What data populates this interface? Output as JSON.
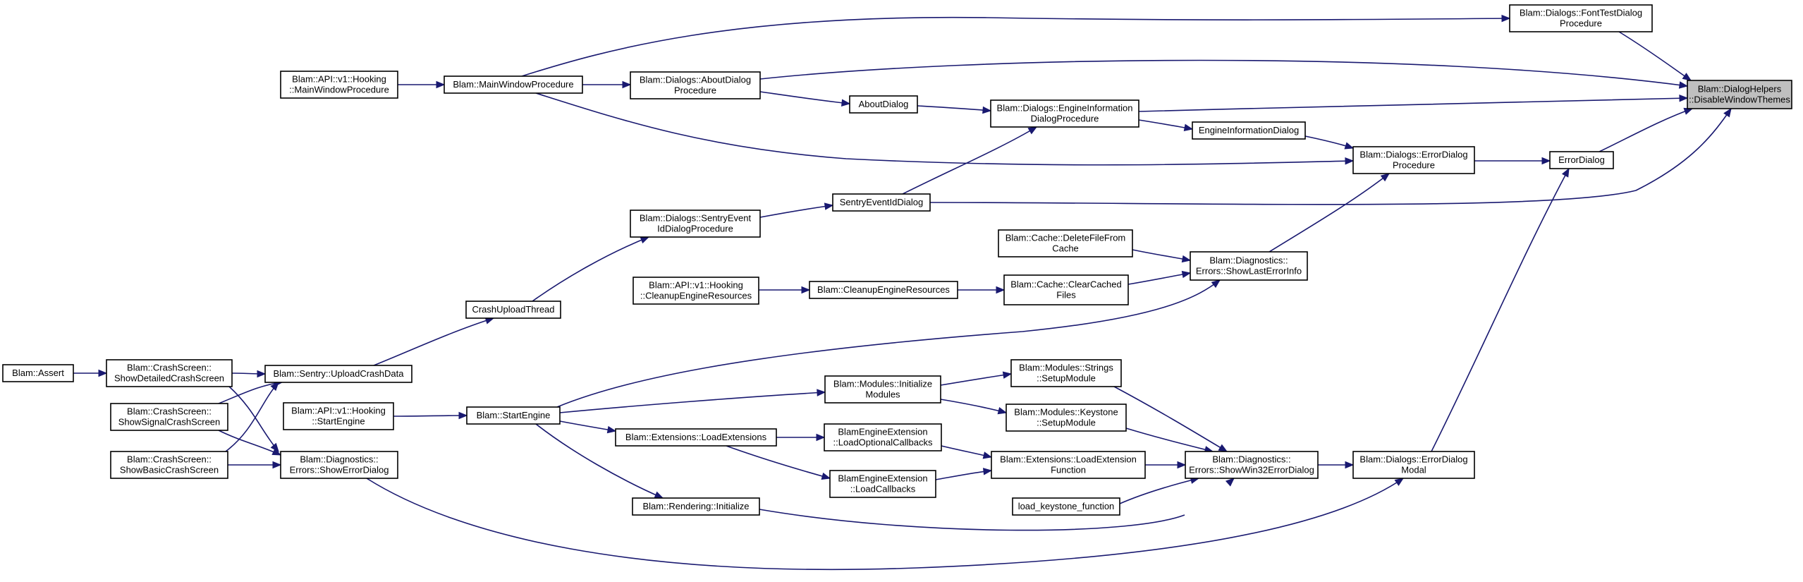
{
  "diagram": {
    "colors": {
      "edge": "#191970",
      "node_border": "#000000",
      "target_fill": "#bfbfbf",
      "background": "#ffffff"
    },
    "nodes": [
      {
        "id": "n_disable",
        "lines": [
          "Blam::DialogHelpers",
          "::DisableWindowThemes"
        ],
        "highlight": true
      },
      {
        "id": "n_fonttest",
        "lines": [
          "Blam::Dialogs::FontTestDialog",
          "Procedure"
        ]
      },
      {
        "id": "n_aboutproc",
        "lines": [
          "Blam::Dialogs::AboutDialog",
          "Procedure"
        ]
      },
      {
        "id": "n_mainwinproc",
        "lines": [
          "Blam::MainWindowProcedure"
        ]
      },
      {
        "id": "n_apimainwin",
        "lines": [
          "Blam::API::v1::Hooking",
          "::MainWindowProcedure"
        ]
      },
      {
        "id": "n_aboutdialog",
        "lines": [
          "AboutDialog"
        ]
      },
      {
        "id": "n_engineinfoproc",
        "lines": [
          "Blam::Dialogs::EngineInformation",
          "DialogProcedure"
        ]
      },
      {
        "id": "n_engineinfodialog",
        "lines": [
          "EngineInformationDialog"
        ]
      },
      {
        "id": "n_errordialogproc",
        "lines": [
          "Blam::Dialogs::ErrorDialog",
          "Procedure"
        ]
      },
      {
        "id": "n_errordialog",
        "lines": [
          "ErrorDialog"
        ]
      },
      {
        "id": "n_sentryeventid",
        "lines": [
          "SentryEventIdDialog"
        ]
      },
      {
        "id": "n_sentryeventproc",
        "lines": [
          "Blam::Dialogs::SentryEvent",
          "IdDialogProcedure"
        ]
      },
      {
        "id": "n_deletefile",
        "lines": [
          "Blam::Cache::DeleteFileFrom",
          "Cache"
        ]
      },
      {
        "id": "n_showlasterror",
        "lines": [
          "Blam::Diagnostics::",
          "Errors::ShowLastErrorInfo"
        ]
      },
      {
        "id": "n_apicleanup",
        "lines": [
          "Blam::API::v1::Hooking",
          "::CleanupEngineResources"
        ]
      },
      {
        "id": "n_cleanup",
        "lines": [
          "Blam::CleanupEngineResources"
        ]
      },
      {
        "id": "n_clearcached",
        "lines": [
          "Blam::Cache::ClearCached",
          "Files"
        ]
      },
      {
        "id": "n_crashupload",
        "lines": [
          "CrashUploadThread"
        ]
      },
      {
        "id": "n_assert",
        "lines": [
          "Blam::Assert"
        ]
      },
      {
        "id": "n_showdetailed",
        "lines": [
          "Blam::CrashScreen::",
          "ShowDetailedCrashScreen"
        ]
      },
      {
        "id": "n_uploadcrash",
        "lines": [
          "Blam::Sentry::UploadCrashData"
        ]
      },
      {
        "id": "n_showsignal",
        "lines": [
          "Blam::CrashScreen::",
          "ShowSignalCrashScreen"
        ]
      },
      {
        "id": "n_apistart",
        "lines": [
          "Blam::API::v1::Hooking",
          "::StartEngine"
        ]
      },
      {
        "id": "n_showbasic",
        "lines": [
          "Blam::CrashScreen::",
          "ShowBasicCrashScreen"
        ]
      },
      {
        "id": "n_showerrordialog",
        "lines": [
          "Blam::Diagnostics::",
          "Errors::ShowErrorDialog"
        ]
      },
      {
        "id": "n_startengine",
        "lines": [
          "Blam::StartEngine"
        ]
      },
      {
        "id": "n_modinit",
        "lines": [
          "Blam::Modules::Initialize",
          "Modules"
        ]
      },
      {
        "id": "n_modstrings",
        "lines": [
          "Blam::Modules::Strings",
          "::SetupModule"
        ]
      },
      {
        "id": "n_modkeystone",
        "lines": [
          "Blam::Modules::Keystone",
          "::SetupModule"
        ]
      },
      {
        "id": "n_loadext",
        "lines": [
          "Blam::Extensions::LoadExtensions"
        ]
      },
      {
        "id": "n_loadoptional",
        "lines": [
          "BlamEngineExtension",
          "::LoadOptionalCallbacks"
        ]
      },
      {
        "id": "n_loadcallbacks",
        "lines": [
          "BlamEngineExtension",
          "::LoadCallbacks"
        ]
      },
      {
        "id": "n_loadextfunc",
        "lines": [
          "Blam::Extensions::LoadExtension",
          "Function"
        ]
      },
      {
        "id": "n_win32error",
        "lines": [
          "Blam::Diagnostics::",
          "Errors::ShowWin32ErrorDialog"
        ]
      },
      {
        "id": "n_errordialogmodal",
        "lines": [
          "Blam::Dialogs::ErrorDialog",
          "Modal"
        ]
      },
      {
        "id": "n_loadkeystone",
        "lines": [
          "load_keystone_function"
        ]
      },
      {
        "id": "n_renderinit",
        "lines": [
          "Blam::Rendering::Initialize"
        ]
      }
    ],
    "edges": [
      [
        "n_fonttest",
        "n_disable"
      ],
      [
        "n_mainwinproc",
        "n_fonttest"
      ],
      [
        "n_aboutproc",
        "n_disable"
      ],
      [
        "n_mainwinproc",
        "n_aboutproc"
      ],
      [
        "n_apimainwin",
        "n_mainwinproc"
      ],
      [
        "n_aboutproc",
        "n_aboutdialog"
      ],
      [
        "n_aboutdialog",
        "n_engineinfoproc"
      ],
      [
        "n_engineinfoproc",
        "n_disable"
      ],
      [
        "n_engineinfoproc",
        "n_engineinfodialog"
      ],
      [
        "n_engineinfodialog",
        "n_errordialogproc"
      ],
      [
        "n_mainwinproc",
        "n_errordialogproc"
      ],
      [
        "n_errordialogproc",
        "n_errordialog"
      ],
      [
        "n_errordialog",
        "n_disable"
      ],
      [
        "n_sentryeventid",
        "n_disable"
      ],
      [
        "n_sentryeventid",
        "n_engineinfoproc"
      ],
      [
        "n_sentryeventproc",
        "n_sentryeventid"
      ],
      [
        "n_crashupload",
        "n_sentryeventproc"
      ],
      [
        "n_uploadcrash",
        "n_crashupload"
      ],
      [
        "n_deletefile",
        "n_showlasterror"
      ],
      [
        "n_showlasterror",
        "n_errordialogproc"
      ],
      [
        "n_clearcached",
        "n_showlasterror"
      ],
      [
        "n_cleanup",
        "n_clearcached"
      ],
      [
        "n_apicleanup",
        "n_cleanup"
      ],
      [
        "n_startengine",
        "n_showlasterror"
      ],
      [
        "n_assert",
        "n_showdetailed"
      ],
      [
        "n_showdetailed",
        "n_uploadcrash"
      ],
      [
        "n_showsignal",
        "n_uploadcrash"
      ],
      [
        "n_showbasic",
        "n_uploadcrash"
      ],
      [
        "n_showdetailed",
        "n_showerrordialog"
      ],
      [
        "n_showsignal",
        "n_showerrordialog"
      ],
      [
        "n_showbasic",
        "n_showerrordialog"
      ],
      [
        "n_apistart",
        "n_startengine"
      ],
      [
        "n_startengine",
        "n_modinit"
      ],
      [
        "n_modinit",
        "n_modstrings"
      ],
      [
        "n_modinit",
        "n_modkeystone"
      ],
      [
        "n_modstrings",
        "n_win32error"
      ],
      [
        "n_modkeystone",
        "n_win32error"
      ],
      [
        "n_startengine",
        "n_loadext"
      ],
      [
        "n_loadext",
        "n_loadoptional"
      ],
      [
        "n_loadext",
        "n_loadcallbacks"
      ],
      [
        "n_loadoptional",
        "n_loadextfunc"
      ],
      [
        "n_loadcallbacks",
        "n_loadextfunc"
      ],
      [
        "n_loadextfunc",
        "n_win32error"
      ],
      [
        "n_loadkeystone",
        "n_win32error"
      ],
      [
        "n_startengine",
        "n_renderinit"
      ],
      [
        "n_renderinit",
        "n_win32error"
      ],
      [
        "n_win32error",
        "n_errordialogmodal"
      ],
      [
        "n_errordialogmodal",
        "n_errordialog"
      ],
      [
        "n_showerrordialog",
        "n_errordialogmodal"
      ]
    ]
  }
}
